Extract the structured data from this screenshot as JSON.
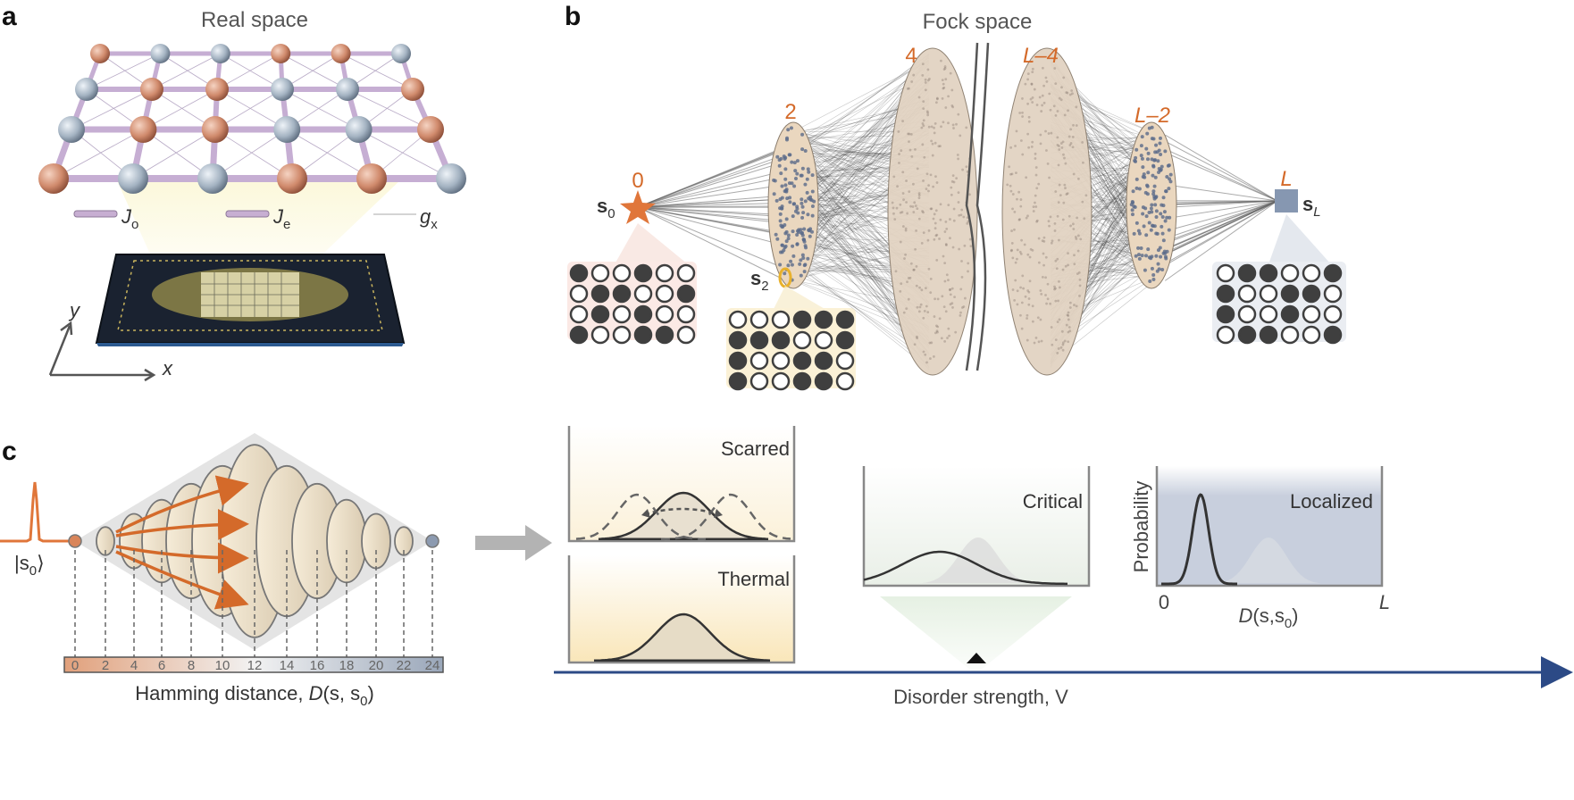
{
  "panels": {
    "a": {
      "letter": "a",
      "title": "Real space",
      "legend": [
        {
          "symbol": "J",
          "sub": "o"
        },
        {
          "symbol": "J",
          "sub": "e"
        },
        {
          "symbol": "g",
          "sub": "x"
        }
      ],
      "axes": {
        "x": "x",
        "y": "y"
      },
      "lattice": {
        "rows": [
          [
            "orange",
            "blue",
            "blue",
            "orange",
            "orange",
            "blue"
          ],
          [
            "blue",
            "orange",
            "orange",
            "blue",
            "blue",
            "orange"
          ],
          [
            "blue",
            "orange",
            "orange",
            "blue",
            "blue",
            "orange"
          ],
          [
            "orange",
            "blue",
            "blue",
            "orange",
            "orange",
            "blue"
          ]
        ]
      }
    },
    "b": {
      "letter": "b",
      "title": "Fock space",
      "node_labels": [
        "0",
        "2",
        "4",
        "L–4",
        "L–2",
        "L"
      ],
      "state_labels": {
        "s0": "s",
        "s0_sub": "0",
        "s2": "s",
        "s2_sub": "2",
        "sL": "s",
        "sL_sub": "L"
      },
      "grids": {
        "s0": [
          [
            1,
            0,
            0,
            1,
            0,
            0
          ],
          [
            0,
            1,
            1,
            0,
            0,
            1
          ],
          [
            0,
            1,
            0,
            1,
            0,
            0
          ],
          [
            1,
            0,
            0,
            1,
            1,
            0
          ]
        ],
        "s2": [
          [
            0,
            0,
            0,
            1,
            1,
            1
          ],
          [
            1,
            1,
            1,
            0,
            0,
            1
          ],
          [
            1,
            0,
            0,
            1,
            1,
            0
          ],
          [
            1,
            0,
            0,
            1,
            1,
            0
          ]
        ],
        "sL": [
          [
            0,
            1,
            1,
            0,
            0,
            1
          ],
          [
            1,
            0,
            0,
            1,
            1,
            0
          ],
          [
            1,
            0,
            0,
            1,
            0,
            0
          ],
          [
            0,
            1,
            1,
            0,
            0,
            1
          ]
        ]
      }
    },
    "c": {
      "letter": "c",
      "ket": "|s",
      "ket_sub": "0",
      "ket_close": "⟩",
      "hamming_ticks": [
        "0",
        "2",
        "4",
        "6",
        "8",
        "10",
        "12",
        "14",
        "16",
        "18",
        "20",
        "22",
        "24"
      ],
      "hamming_label_pre": "Hamming distance, ",
      "hamming_label_D": "D",
      "hamming_label_args": "(s, s",
      "hamming_label_sub": "0",
      "hamming_label_end": ")",
      "distributions": [
        {
          "name": "Scarred"
        },
        {
          "name": "Thermal"
        },
        {
          "name": "Critical"
        },
        {
          "name": "Localized"
        }
      ],
      "ylabel": "Probability",
      "xlabel_D": "D",
      "xlabel_args": "(s,s",
      "xlabel_sub": "0",
      "xlabel_end": ")",
      "x_start": "0",
      "x_end": "L",
      "axis_label": "Disorder strength, V"
    }
  },
  "colors": {
    "orange": "#d57a4c",
    "blue_gray": "#8e9bb0",
    "axis_blue": "#2c4a86",
    "dark": "#3b3b3b",
    "curve": "#333333"
  }
}
